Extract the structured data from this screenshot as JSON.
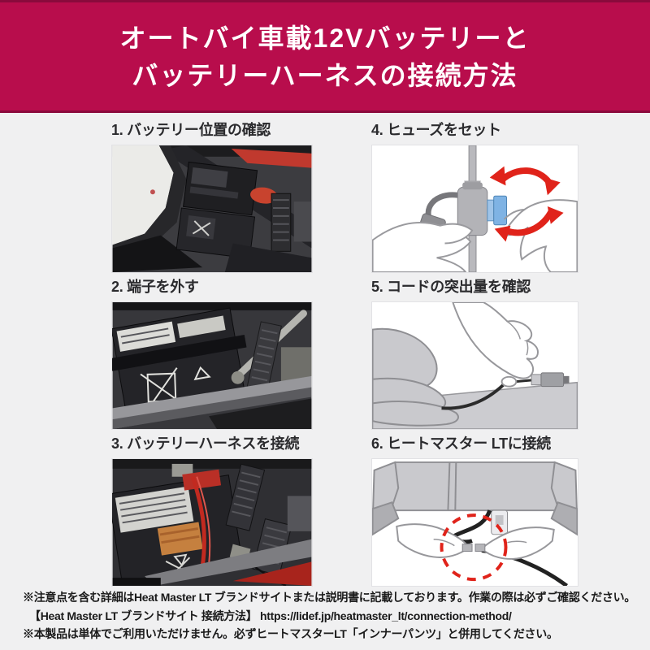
{
  "header": {
    "line1": "オートバイ車載12Vバッテリーと",
    "line2": "バッテリーハーネスの接続方法",
    "bg": "#b80d4c",
    "edge": "#8a0a3c",
    "fg": "#ffffff"
  },
  "steps": [
    {
      "number": "1",
      "title": "1. バッテリー位置の確認",
      "media": "photo",
      "media_name": "battery-location-photo"
    },
    {
      "number": "2",
      "title": "2. 端子を外す",
      "media": "photo",
      "media_name": "terminal-removal-photo"
    },
    {
      "number": "3",
      "title": "3. バッテリーハーネスを接続",
      "media": "photo",
      "media_name": "harness-connection-photo"
    },
    {
      "number": "4",
      "title": "4. ヒューズをセット",
      "media": "illustration",
      "media_name": "fuse-set-illustration"
    },
    {
      "number": "5",
      "title": "5. コードの突出量を確認",
      "media": "illustration",
      "media_name": "cord-protrusion-illustration"
    },
    {
      "number": "6",
      "title": "6. ヒートマスター LTに接続",
      "media": "illustration",
      "media_name": "heatmaster-lt-connect-illustration"
    }
  ],
  "footer": {
    "line1": "※注意点を含む詳細はHeat Master LT ブランドサイトまたは説明書に記載しております。作業の際は必ずご確認ください。",
    "line2": "【Heat Master LT ブランドサイト 接続方法】 https://lidef.jp/heatmaster_lt/connection-method/",
    "line3": "※本製品は単体でご利用いただけません。必ずヒートマスターLT「インナーパンツ」と併用してください。"
  },
  "colors": {
    "accent_red": "#b80d4c",
    "arrow_red": "#e0231a",
    "fuse_blue": "#7fb3e4",
    "highlight_dashed_red": "#e0231a",
    "step_title": "#2b2b2e",
    "footer_text": "#1a1a1a"
  }
}
